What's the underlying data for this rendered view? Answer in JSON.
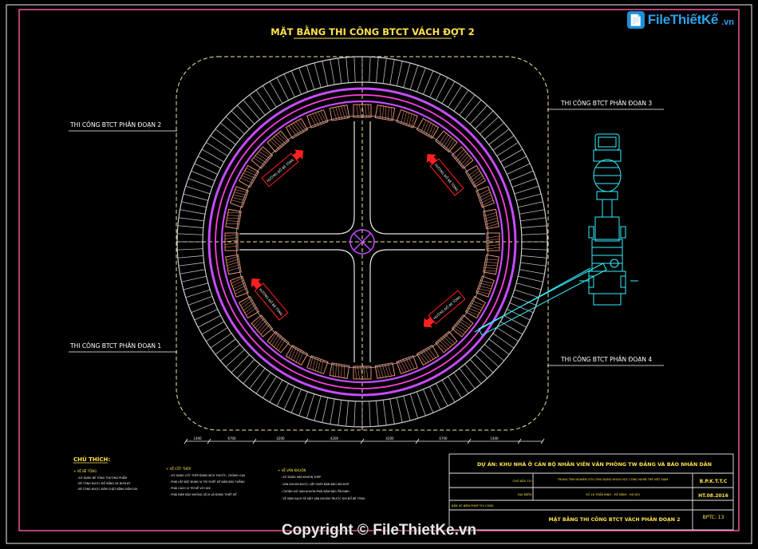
{
  "title": "MẶT BẰNG THI CÔNG BTCT VÁCH ĐỢT 2",
  "segments": {
    "s1": "THI CÔNG BTCT PHÂN ĐOẠN 1",
    "s2": "THI CÔNG BTCT PHÂN ĐOẠN 2",
    "s3": "THI CÔNG BTCT PHÂN ĐOẠN 3",
    "s4": "THI CÔNG BTCT PHÂN ĐOẠN 4"
  },
  "arrows": {
    "nw": "HƯỚNG ĐỔ BÊ TÔNG",
    "ne": "HƯỚNG ĐỔ BÊ TÔNG",
    "sw": "HƯỚNG ĐỔ BÊ TÔNG",
    "se": "HƯỚNG ĐỔ BÊ TÔNG"
  },
  "dimensions": [
    "1400",
    "6700",
    "4200",
    "4200",
    "4200",
    "6700",
    "1400"
  ],
  "notes": {
    "heading": "CHÚ THÍCH:",
    "col1": {
      "title": "+ VỀ BÊ TÔNG",
      "items": [
        "- SỬ DỤNG BÊ TÔNG THƯƠNG PHẨM",
        "- BÊ TÔNG ĐƯỢC ĐỔ BẰNG XE BƠM BT",
        "- BÊ TÔNG ĐƯỢC ĐẦM CHẶT BẰNG ĐẦM DÙI"
      ]
    },
    "col2": {
      "title": "+ VỀ CỐT THÉP",
      "items": [
        "- SỬ DỤNG CỐT THÉP ĐÚNG KÍCH THƯỚC, CHỦNG LOẠI",
        "- PHẢI LẮP ĐẶT ĐÚNG VỊ TRÍ THIẾT KẾ ĐẢM BẢO THẲNG",
        "- PHẢI CÁCH VỊ TRÍ KỂ VỚI KHÍ",
        "- PHẢI ĐẢM BẢO KHÔNG LỆCH VÀ ĐÚNG THIẾT KẾ"
      ]
    },
    "col3": {
      "title": "+ VỀ VÁN KHUÔN",
      "items": [
        "- SỬ DỤNG VÁN KHUÔN THÉP",
        "- VÁN KHUÔN ĐƯỢC LẮP GHÉP ĐẢM BẢO KÍN KHÍT",
        "- CHỐNG ĐỠ VÁN KHUÔN PHẢI ĐẢM BẢO ỔN ĐỊNH",
        "- VỆ SINH SẠCH SẼ MẶT VÁN KHUÔN TRƯỚC KHI ĐỔ BÊ TÔNG"
      ]
    }
  },
  "titleblock": {
    "project": "DỰ ÁN: KHU NHÀ Ở CÁN BỘ NHÂN VIÊN VĂN PHÒNG TW ĐẢNG VÀ BÁO NHÂN DÂN",
    "owner_label": "CHỦ ĐẦU TƯ:",
    "owner_value": "TRUNG TÂM NGHIÊN CỨU ỨNG DỤNG KHOA HỌC CÔNG NGHỆ TRẺ VIỆT NAM",
    "address_label": "ĐỊA ĐIỂM:",
    "address_value": "SỐ 16 TRẦN BÌNH - MỸ ĐÌNH - HÀ NỘI",
    "drawing_label": "BẢN VẼ BIỆN PHÁP THI CÔNG",
    "drawing_name": "MẶT BẰNG THI CÔNG BTCT VÁCH PHÂN ĐOẠN 2",
    "code": "B.P.K.T.T.C",
    "date": "HT.08.2016",
    "sheet": "BPTC: 13"
  },
  "logo": {
    "name": "FileThiếtKế",
    "domain": ".vn",
    "icon": "file-icon"
  },
  "watermark": "Copyright © FileThietKe.vn",
  "colors": {
    "frame_outer": "#f0f0f0",
    "frame_inner": "#ff5fa8",
    "title": "#ffe24a",
    "label": "#ffffff",
    "ring_purple": "#c84bff",
    "ring_magenta": "#ff3fe0",
    "wall_orange": "#ff9a7a",
    "arrow": "#ff2020",
    "crane": "#35f0ff",
    "dash": "#f5e9a3"
  }
}
